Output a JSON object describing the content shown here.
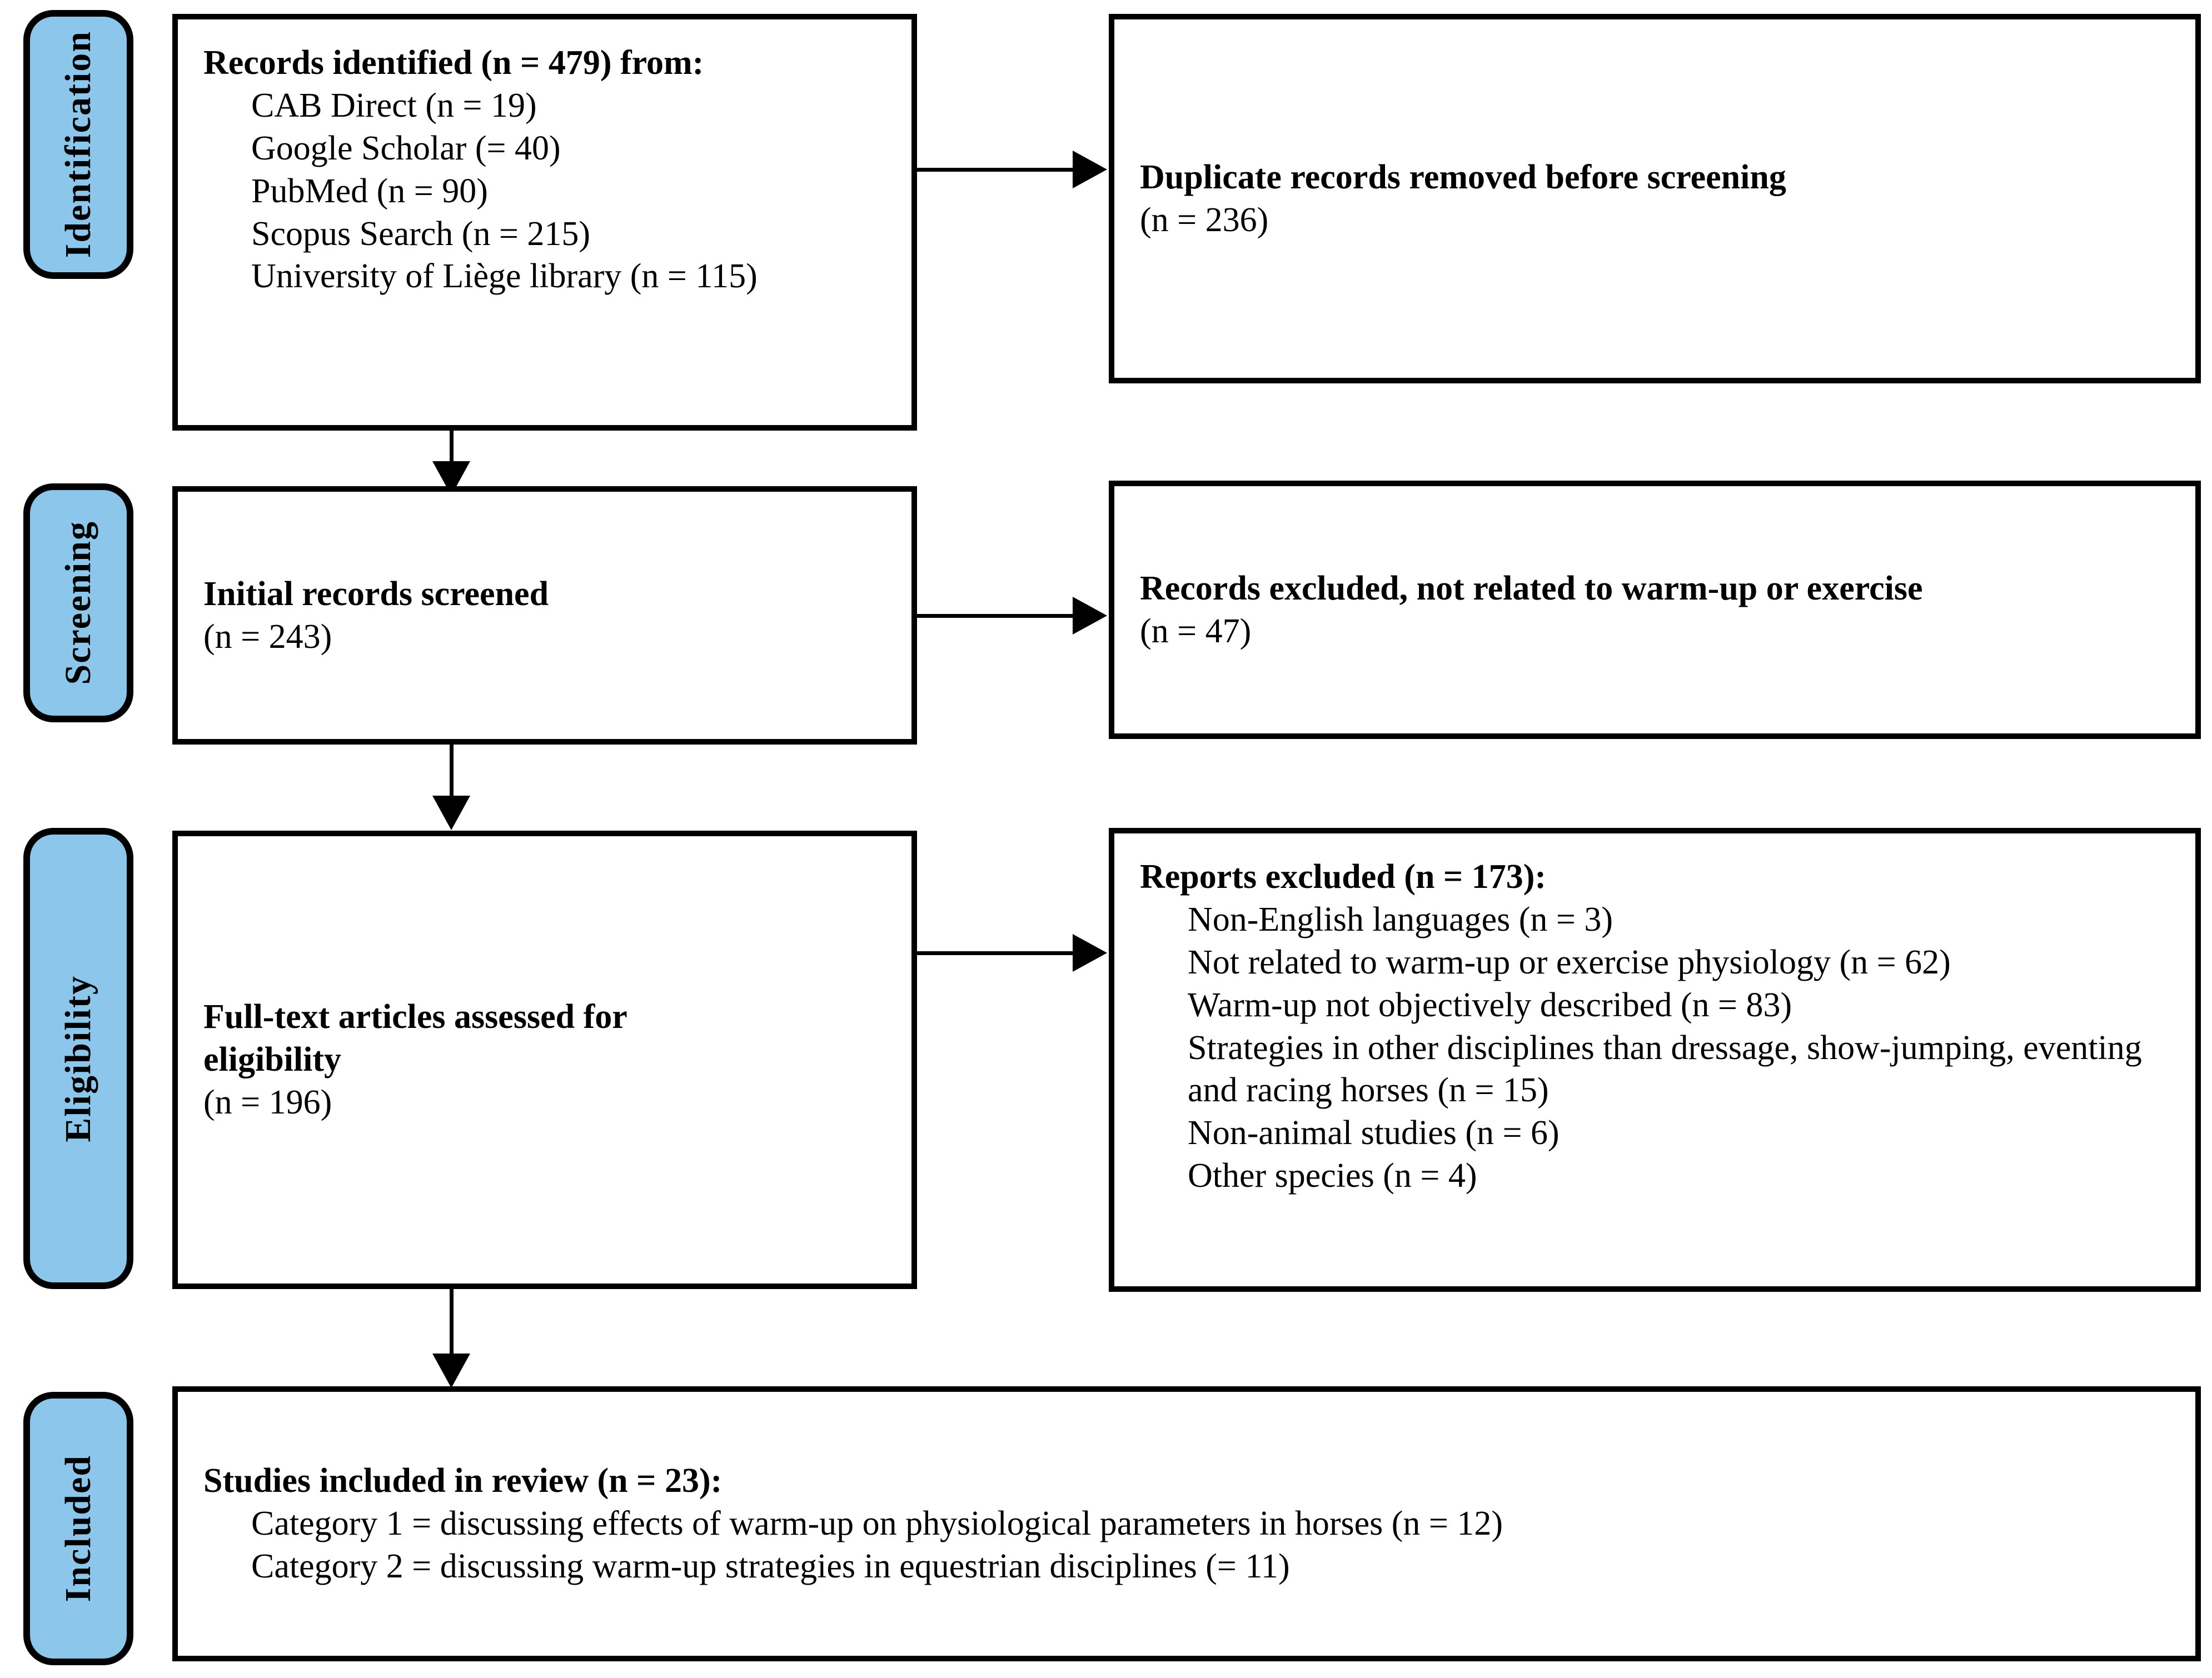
{
  "diagram": {
    "type": "prisma-flow-diagram",
    "accent_blue": "#8CC6EA",
    "stroke_black": "#000000",
    "background": "#ffffff"
  },
  "stages": {
    "identification": "Identification",
    "screening": "Screening",
    "eligibility": "Eligibility",
    "included": "Included"
  },
  "identification": {
    "heading": "Records identified (n = 479) from:",
    "sources": [
      "CAB Direct (n = 19)",
      "Google Scholar (= 40)",
      "PubMed (n = 90)",
      "Scopus Search (n = 215)",
      "University of Liège library (n = 115)"
    ],
    "removed_heading": "Duplicate records removed before screening",
    "removed_count": "(n = 236)"
  },
  "screening": {
    "heading": "Initial records screened",
    "count": "(n = 243)",
    "excluded_heading": "Records excluded, not related to warm-up or exercise",
    "excluded_count": "(n = 47)"
  },
  "eligibility": {
    "heading_line1": "Full-text articles assessed for",
    "heading_line2": "eligibility",
    "count": "(n = 196)",
    "excluded_heading": "Reports excluded (n = 173):",
    "excluded_reasons": [
      "Non-English languages (n = 3)",
      "Not related to warm-up or exercise physiology (n = 62)",
      "Warm-up not objectively described (n = 83)",
      "Strategies in other disciplines than dressage, show-jumping, eventing and racing horses (n = 15)",
      "Non-animal studies (n = 6)",
      "Other species (n = 4)"
    ]
  },
  "included": {
    "heading": "Studies included in review (n = 23):",
    "categories": [
      "Category 1 = discussing effects of warm-up on physiological parameters in horses (n = 12)",
      "Category 2 = discussing warm-up strategies in equestrian disciplines (= 11)"
    ]
  }
}
